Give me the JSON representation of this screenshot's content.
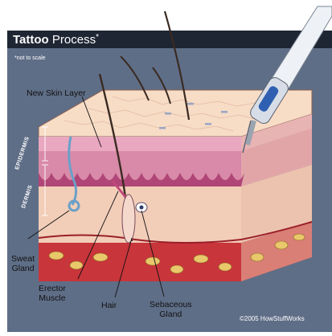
{
  "title": {
    "main": "Tattoo",
    "rest": " Process",
    "star": "*"
  },
  "note": "*not to scale",
  "labels": {
    "new_skin_layer": "New Skin Layer",
    "epidermis": "EPIDERMIS",
    "dermis": "DERMIS",
    "sweat_gland_1": "Sweat",
    "sweat_gland_2": "Gland",
    "erector_muscle_1": "Erector",
    "erector_muscle_2": "Muscle",
    "hair": "Hair",
    "sebaceous_gland_1": "Sebaceous",
    "sebaceous_gland_2": "Gland"
  },
  "copyright": "©2005 HowStuffWorks",
  "colors": {
    "background_panel": "#5f6e87",
    "skin_top": "#f6d6bd",
    "new_skin_layer": "#c76a8c",
    "epidermis": "#f2d4c4",
    "dermis": "#f0c9b8",
    "fat_layer": "#c8353b",
    "needle_blue": "#2f5fb0"
  }
}
